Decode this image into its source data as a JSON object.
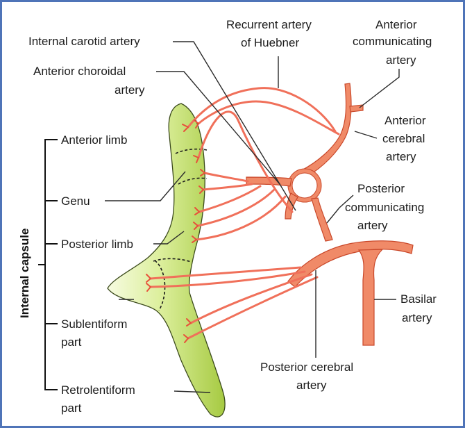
{
  "labels": {
    "internal_carotid_artery": "Internal carotid artery",
    "recurrent_artery_line1": "Recurrent artery",
    "recurrent_artery_line2": "of Huebner",
    "anterior_communicating_line1": "Anterior",
    "anterior_communicating_line2": "communicating",
    "anterior_communicating_line3": "artery",
    "anterior_choroidal_line1": "Anterior choroidal",
    "anterior_choroidal_line2": "artery",
    "anterior_cerebral_line1": "Anterior",
    "anterior_cerebral_line2": "cerebral",
    "anterior_cerebral_line3": "artery",
    "anterior_limb": "Anterior limb",
    "genu": "Genu",
    "posterior_communicating_line1": "Posterior",
    "posterior_communicating_line2": "communicating",
    "posterior_communicating_line3": "artery",
    "posterior_limb": "Posterior limb",
    "internal_capsule": "Internal capsule",
    "sublentiform_line1": "Sublentiform",
    "sublentiform_line2": "part",
    "basilar_line1": "Basilar",
    "basilar_line2": "artery",
    "retrolentiform_line1": "Retrolentiform",
    "retrolentiform_line2": "part",
    "posterior_cerebral_line1": "Posterior cerebral",
    "posterior_cerebral_line2": "artery"
  },
  "colors": {
    "frame_border": "#4f74b8",
    "capsule_fill_light": "#f4f9d8",
    "capsule_fill_dark": "#a8cc45",
    "artery": "#f08a68",
    "artery_branch": "#f0705a"
  }
}
